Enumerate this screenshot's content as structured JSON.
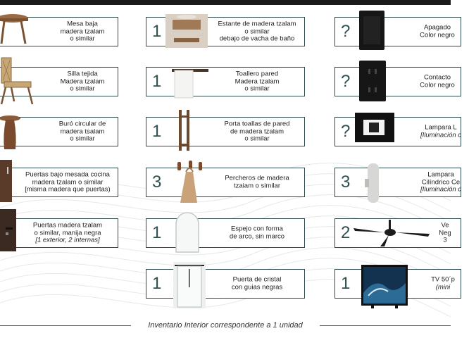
{
  "columns": {
    "left": [
      {
        "qty": "",
        "lines": [
          "Mesa baja",
          "madera tzalam",
          "o similar"
        ],
        "icon": "coffee-table-icon"
      },
      {
        "qty": "",
        "lines": [
          "Silla tejida",
          "Madera tzalam",
          "o similar"
        ],
        "icon": "woven-chair-icon"
      },
      {
        "qty": "",
        "lines": [
          "Buró circular de",
          "madera tsalam",
          "o similar"
        ],
        "icon": "round-nightstand-icon"
      },
      {
        "qty": "",
        "lines": [
          "Puertas bajo mesada cocina",
          "madera tzalam o similar",
          "[misma madera que puertas)"
        ],
        "icon": "cabinet-door-icon"
      },
      {
        "qty": "",
        "lines": [
          "Puertas madera tzalam",
          "o similar, manija negra",
          "[1 exterior, 2 internas]"
        ],
        "icon": "wood-door-icon"
      }
    ],
    "middle": [
      {
        "qty": "1",
        "lines": [
          "Estante de madera tzalam",
          "o similar",
          "debajo de vacha de baño"
        ],
        "icon": "vanity-shelf-icon"
      },
      {
        "qty": "1",
        "lines": [
          "Toallero pared",
          "Madera tzalam",
          "o similar"
        ],
        "icon": "towel-rack-icon"
      },
      {
        "qty": "1",
        "lines": [
          "Porta toallas de pared",
          "de madera tzalam",
          "o similar"
        ],
        "icon": "towel-holder-icon"
      },
      {
        "qty": "3",
        "lines": [
          "Percheros de madera",
          "tzaiam o similar"
        ],
        "icon": "wall-hooks-icon"
      },
      {
        "qty": "1",
        "lines": [
          "Espejo con forma",
          "de arco, sin marco"
        ],
        "icon": "arch-mirror-icon"
      },
      {
        "qty": "1",
        "lines": [
          "Puerta de cristal",
          "con guias negras"
        ],
        "icon": "glass-door-icon"
      }
    ],
    "right": [
      {
        "qty": "?",
        "lines": [
          "Apagado",
          "Color negro"
        ],
        "icon": "light-switch-icon"
      },
      {
        "qty": "?",
        "lines": [
          "Contacto",
          "Color negro"
        ],
        "icon": "outlet-icon"
      },
      {
        "qty": "?",
        "lines": [
          "Lampara L",
          "[Iluminación c"
        ],
        "icon": "ceiling-spot-icon"
      },
      {
        "qty": "3",
        "lines": [
          "Lampara",
          "Cilíndrico Ce",
          "[Iluminación c"
        ],
        "icon": "cylinder-lamp-icon"
      },
      {
        "qty": "2",
        "lines": [
          "Ve",
          "Neg",
          "3"
        ],
        "icon": "ceiling-fan-icon"
      },
      {
        "qty": "1",
        "lines": [
          "TV 50´p",
          "(mini"
        ],
        "icon": "tv-icon"
      }
    ]
  },
  "footer": {
    "text": "Inventario Interior correspondente a 1 unidad"
  },
  "colors": {
    "border": "#2f4a4a",
    "number": "#2f5050",
    "wood": "#7a5332",
    "black": "#1b1b1b"
  }
}
